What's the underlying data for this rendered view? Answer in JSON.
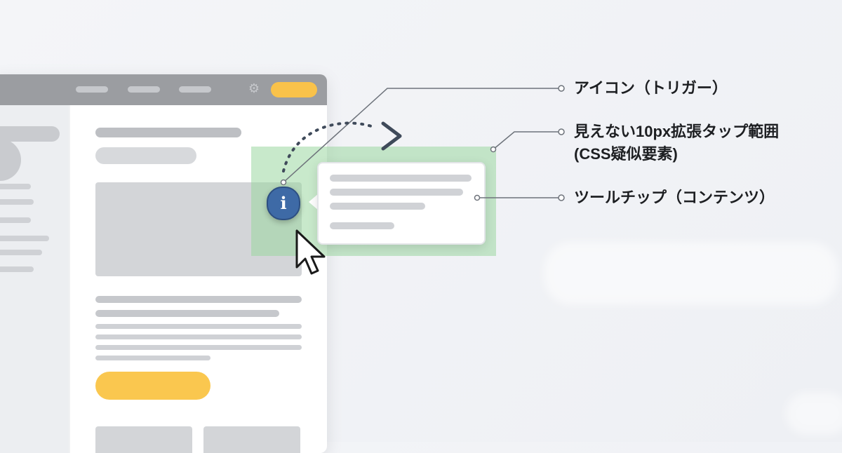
{
  "callouts": {
    "icon": "アイコン（トリガー）",
    "tap_area_line1": "見えない10px拡張タップ範囲",
    "tap_area_line2": "(CSS疑似要素)",
    "tooltip": "ツールチップ（コンテンツ）"
  },
  "icons": {
    "info": "i",
    "gear": "⚙"
  },
  "colors": {
    "accent_yellow": "#f9c24a",
    "info_blue": "#3e6aa6",
    "tap_green": "#9bd7a0",
    "line": "#6e737b"
  }
}
